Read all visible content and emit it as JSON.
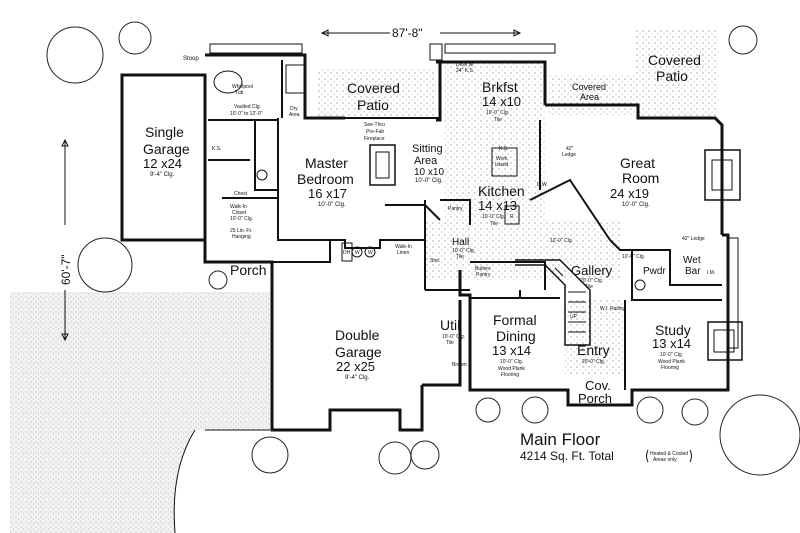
{
  "dimensions": {
    "width": "87'-8\"",
    "depth": "60'-7\""
  },
  "title": {
    "main": "Main Floor",
    "sqft": "4214 Sq. Ft. Total",
    "note_line1": "Heated & Cooled",
    "note_line2": "Areas only"
  },
  "rooms": {
    "single_garage": {
      "name1": "Single",
      "name2": "Garage",
      "size": "12 x24",
      "ceiling": "9'-4\" Clg."
    },
    "stoop": {
      "name": "Stoop"
    },
    "porch": {
      "name": "Porch"
    },
    "double_garage": {
      "name1": "Double",
      "name2": "Garage",
      "size": "22 x25",
      "ceiling": "9'-4\" Clg."
    },
    "covered_patio_left": {
      "name1": "Covered",
      "name2": "Patio"
    },
    "covered_patio_right": {
      "name1": "Covered",
      "name2": "Patio"
    },
    "covered_area": {
      "name1": "Covered",
      "name2": "Area"
    },
    "master_bedroom": {
      "name1": "Master",
      "name2": "Bedroom",
      "size": "16 x17",
      "ceiling": "10'-0\" Clg."
    },
    "sitting_area": {
      "name1": "Sitting",
      "name2": "Area",
      "size": "10 x10",
      "ceiling": "10'-0\" Clg."
    },
    "fireplace": {
      "line1": "See-Thru",
      "line2": "Pre-Fab",
      "line3": "Fireplace"
    },
    "bath": {
      "tub1": "Whirlpool",
      "tub2": "Tub",
      "clg1": "Vaulted Clg.",
      "clg2": "10'-0\" to 12'-0\"",
      "dry": "Dry",
      "dry2": "Area",
      "ks": "K.S.",
      "chest": "Chest"
    },
    "closet": {
      "line1": "Walk-In",
      "line2": "Closet",
      "line3": "10'-0\" Clg.",
      "line4": "25 Lin. Ft.",
      "line5": "Hanging"
    },
    "brkfst": {
      "name": "Brkfst",
      "size": "14 x10",
      "ceiling": "10'-0\" Clg.",
      "floor": "Tile",
      "desk1": "Desk w/",
      "desk2": "24\" K.S."
    },
    "kitchen": {
      "name": "Kitchen",
      "size": "14 x13",
      "ceiling": "10'-0\" Clg.",
      "floor": "Tile",
      "island1": "Work",
      "island2": "Island",
      "ks": "K.S.",
      "ledge": "42\"",
      "ledge2": "Ledge",
      "dw": "D.W.",
      "r": "R",
      "pantry": "Pantry"
    },
    "great_room": {
      "name1": "Great",
      "name2": "Room",
      "size": "24 x19",
      "ceiling": "10'-0\" Clg."
    },
    "hall": {
      "name": "Hall",
      "ceiling": "10'-0\" Clg.",
      "floor": "Tile"
    },
    "gallery": {
      "name": "Gallery",
      "ceiling": "20'-0\" Clg.",
      "floor": "Tile",
      "clg": "12'-0\" Clg."
    },
    "pwdr": {
      "name": "Pwdr",
      "ceiling": "10'-0\" Clg."
    },
    "wet_bar": {
      "name1": "Wet",
      "name2": "Bar",
      "ledge": "42\" Ledge",
      "im": "I.M."
    },
    "study": {
      "name": "Study",
      "size": "13 x14",
      "ceiling": "10'-0\" Clg.",
      "floor1": "Wood Plank",
      "floor2": "Flooring"
    },
    "formal_dining": {
      "name1": "Formal",
      "name2": "Dining",
      "size": "13 x14",
      "ceiling": "10'-0\" Clg.",
      "floor1": "Wood Plank",
      "floor2": "Flooring"
    },
    "entry": {
      "name": "Entry",
      "ceiling": "20'-0\" Clg.",
      "wi_railing": "W.I. Railing"
    },
    "cov_porch": {
      "name1": "Cov.",
      "name2": "Porch"
    },
    "util": {
      "name": "Util",
      "ceiling": "10'-0\" Clg.",
      "floor": "Tile",
      "broom": "Broom"
    },
    "butlers": {
      "line1": "Butlers",
      "line2": "Pantry"
    },
    "linen": {
      "line1": "Walk-In",
      "line2": "Linen"
    },
    "stor": {
      "name": "Stor."
    },
    "laundry": {
      "dh": "DH",
      "w": "W",
      "w2": "W"
    },
    "stair": {
      "up": "UP"
    }
  }
}
